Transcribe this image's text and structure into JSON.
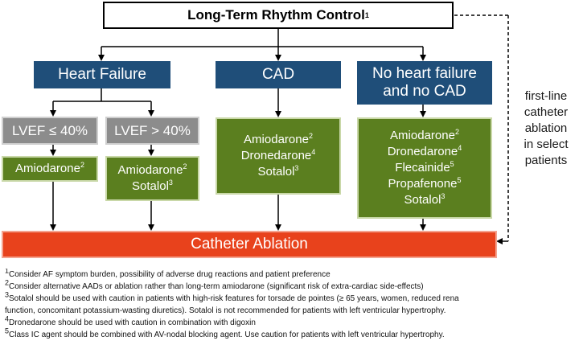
{
  "title": "Long-Term Rhythm Control",
  "title_sup": "1",
  "branches": {
    "hf": "Heart Failure",
    "cad": "CAD",
    "none_line1": "No heart failure",
    "none_line2": "and no CAD"
  },
  "lvef": {
    "low": "LVEF ≤ 40%",
    "high": "LVEF > 40%"
  },
  "drugs": {
    "lvef_low": [
      {
        "name": "Amiodarone",
        "sup": "2"
      }
    ],
    "lvef_high": [
      {
        "name": "Amiodarone",
        "sup": "2"
      },
      {
        "name": "Sotalol",
        "sup": "3"
      }
    ],
    "cad": [
      {
        "name": "Amiodarone",
        "sup": "2"
      },
      {
        "name": "Dronedarone",
        "sup": "4"
      },
      {
        "name": "Sotalol",
        "sup": "3"
      }
    ],
    "none": [
      {
        "name": "Amiodarone",
        "sup": "2"
      },
      {
        "name": "Dronedarone",
        "sup": "4"
      },
      {
        "name": "Flecainide",
        "sup": "5"
      },
      {
        "name": "Propafenone",
        "sup": "5"
      },
      {
        "name": "Sotalol",
        "sup": "3"
      }
    ]
  },
  "ablation": "Catheter Ablation",
  "side_note": [
    "first-line",
    "catheter",
    "ablation",
    "in select",
    "patients"
  ],
  "footnotes": [
    {
      "sup": "1",
      "text": "Consider AF symptom burden, possibility of adverse drug reactions and patient preference"
    },
    {
      "sup": "2",
      "text": "Consider alternative AADs or ablation rather than long-term amiodarone (significant risk of extra-cardiac side-effects)"
    },
    {
      "sup": "3",
      "text": "Sotalol should be used with caution in patients with high-risk features for torsade de pointes (≥ 65 years, women, reduced rena"
    },
    {
      "sup": "",
      "text": "function, concomitant potassium-wasting diuretics). Sotalol is not recommended for patients with left ventricular hypertrophy."
    },
    {
      "sup": "4",
      "text": "Dronedarone should be used with caution in combination with digoxin"
    },
    {
      "sup": "5",
      "text": "Class IC agent should be combined with AV-nodal blocking agent. Use caution for patients with left ventricular hypertrophy."
    }
  ],
  "colors": {
    "blue": "#1f4e79",
    "grey": "#8c8c8c",
    "green": "#5b7f1f",
    "red": "#e8421c"
  }
}
